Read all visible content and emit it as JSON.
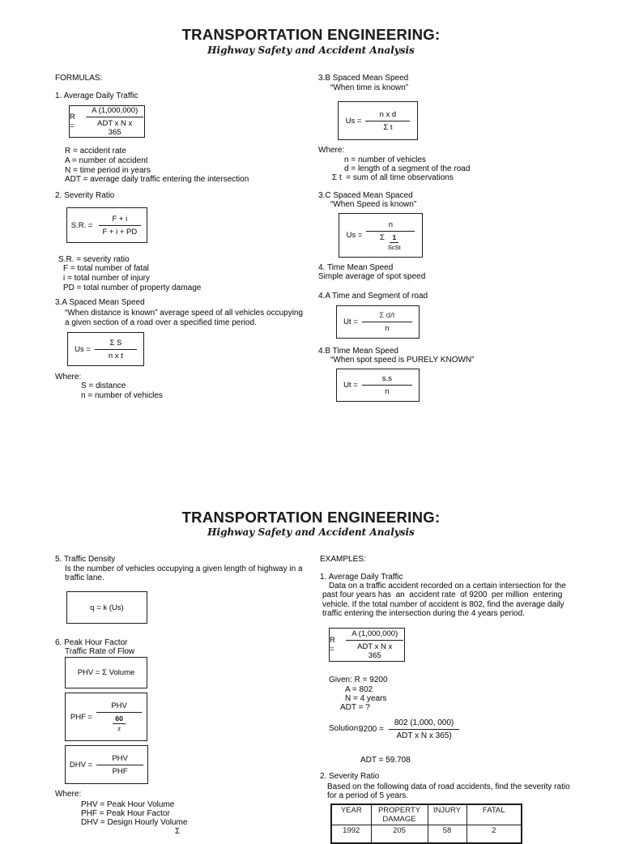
{
  "p1": {
    "title": "TRANSPORTATION ENGINEERING:",
    "subtitle": "Highway Safety and Accident Analysis",
    "left": {
      "formulas_label": "FORMULAS:",
      "s1_heading": "1. Average Daily Traffic",
      "f1": {
        "lhs": "R =",
        "num": "A (1,000,000)",
        "den": "ADT x N x 365"
      },
      "s1_defs": [
        "R = accident rate",
        "A = number of accident",
        "N = time period in years",
        "ADT = average daily traffic entering the intersection"
      ],
      "s2_heading": "2. Severity Ratio",
      "f2": {
        "lhs": "S.R. =",
        "num": "F + i",
        "den": "F + i + PD"
      },
      "s2_defs": [
        "S.R. = severity ratio",
        "F = total number of fatal",
        "i = total number of injury",
        "PD = total number of property damage"
      ],
      "s3a_heading": "3.A Spaced Mean Speed",
      "s3a_desc1": "“When distance is known” average speed of all vehicles occupying",
      "s3a_desc2": "a given section of a road over a specified time period.",
      "f3": {
        "lhs": "Us =",
        "num": "Σ S",
        "den": "n x t"
      },
      "where_label": "Where:",
      "s3a_defs": [
        "S = distance",
        "n = number of vehicles"
      ]
    },
    "right": {
      "s3b_heading": "3.B Spaced Mean Speed",
      "s3b_quote": "“When time is known”",
      "f4": {
        "lhs": "Us =",
        "num": "n x d",
        "den": "Σ t"
      },
      "where_label": "Where:",
      "s3b_defs": [
        "n = number of vehicles",
        "d = length of a segment of the road",
        "Σ t  = sum of all time observations"
      ],
      "s3c_heading": "3.C Spaced Mean Spaced",
      "s3c_quote": "“When Speed is known”",
      "f5": {
        "lhs": "Us =",
        "num": "n",
        "sigma": "Σ",
        "one": "1",
        "ss": "ScSt"
      },
      "s4_heading": "4. Time Mean Speed",
      "s4_desc": "Simple average of spot speed",
      "s4a_heading": "4.A Time and Segment of road",
      "f6": {
        "lhs": "Ut =",
        "num": "Σ d/t",
        "den": "n"
      },
      "s4b_heading": "4.B Time Mean Speed",
      "s4b_quote": "“When spot speed is PURELY KNOWN”",
      "f7": {
        "lhs": "Ut =",
        "num": "s.s",
        "den": "n"
      }
    }
  },
  "p2": {
    "title": "TRANSPORTATION ENGINEERING:",
    "subtitle": "Highway Safety and Accident Analysis",
    "left": {
      "s5_heading": "5. Traffic Density",
      "s5_desc1": "Is the number of vehicles occupying a given length of highway in a",
      "s5_desc2": "traffic lane.",
      "f8": "q = k (Us)",
      "s6_heading": "6. Peak Hour Factor",
      "s6_sub": "Traffic Rate of Flow",
      "f9": "PHV = Σ Volume",
      "f10": {
        "lhs": "PHF =",
        "num": "PHV",
        "mnum": "60",
        "mden": "z"
      },
      "f11": {
        "lhs": "DHV =",
        "num": "PHV",
        "den": "PHF"
      },
      "where_label": "Where:",
      "s6_defs": [
        "PHV = Peak Hour Volume",
        "PHF = Peak Hour Factor",
        "DHV = Design Hourly Volume"
      ],
      "cropped": "Σ"
    },
    "right": {
      "examples_label": "EXAMPLES:",
      "e1_heading": "1. Average Daily Traffic",
      "e1_lines": [
        "Data on a traffic accident recorded on a certain intersection for the",
        "past four years has  an  accident rate  of 9200  per million  entering",
        "vehicle. If the total number of accident is 802, find the average daily",
        "traffic entering the intersection during the 4 years period."
      ],
      "f12": {
        "lhs": "R =",
        "num": "A (1,000,000)",
        "den": "ADT x N x 365"
      },
      "given_lines": [
        "Given: R = 9200",
        "A = 802",
        "N = 4 years",
        "ADT = ?"
      ],
      "sol_label": "Solution:",
      "sol": {
        "lhs": "9200 =",
        "num": "802 (1,000, 000)",
        "den": "ADT x N x 365)"
      },
      "adt_result": "ADT = 59.708",
      "e2_heading": "2. Severity Ratio",
      "e2_desc1": "Based on the following data of road accidents, find the severity ratio",
      "e2_desc2": "for a period of 5 years.",
      "table": {
        "headers": [
          "YEAR",
          "PROPERTY DAMAGE",
          "INJURY",
          "FATAL"
        ],
        "rows": [
          [
            "1992",
            "205",
            "58",
            "2"
          ]
        ]
      }
    }
  }
}
